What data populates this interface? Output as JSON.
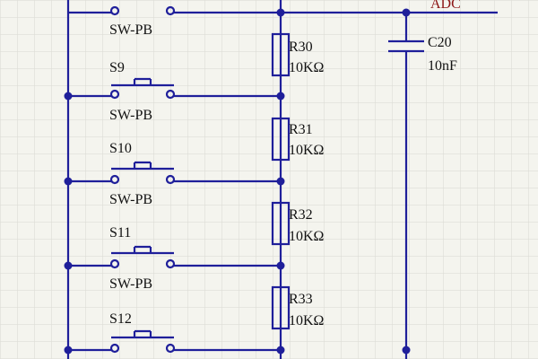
{
  "colors": {
    "background": "#f4f4ee",
    "grid": "#d9d9d2",
    "wire": "#1f1f9a",
    "text": "#111111",
    "net_label": "#8b1515"
  },
  "net_label": "ADC",
  "switches": [
    {
      "ref": "",
      "type": "SW-PB"
    },
    {
      "ref": "S9",
      "type": "SW-PB"
    },
    {
      "ref": "S10",
      "type": "SW-PB"
    },
    {
      "ref": "S11",
      "type": "SW-PB"
    },
    {
      "ref": "S12",
      "type": ""
    }
  ],
  "resistors": [
    {
      "ref": "R30",
      "value": "10KΩ"
    },
    {
      "ref": "R31",
      "value": "10KΩ"
    },
    {
      "ref": "R32",
      "value": "10KΩ"
    },
    {
      "ref": "R33",
      "value": "10KΩ"
    }
  ],
  "capacitor": {
    "ref": "C20",
    "value": "10nF"
  }
}
